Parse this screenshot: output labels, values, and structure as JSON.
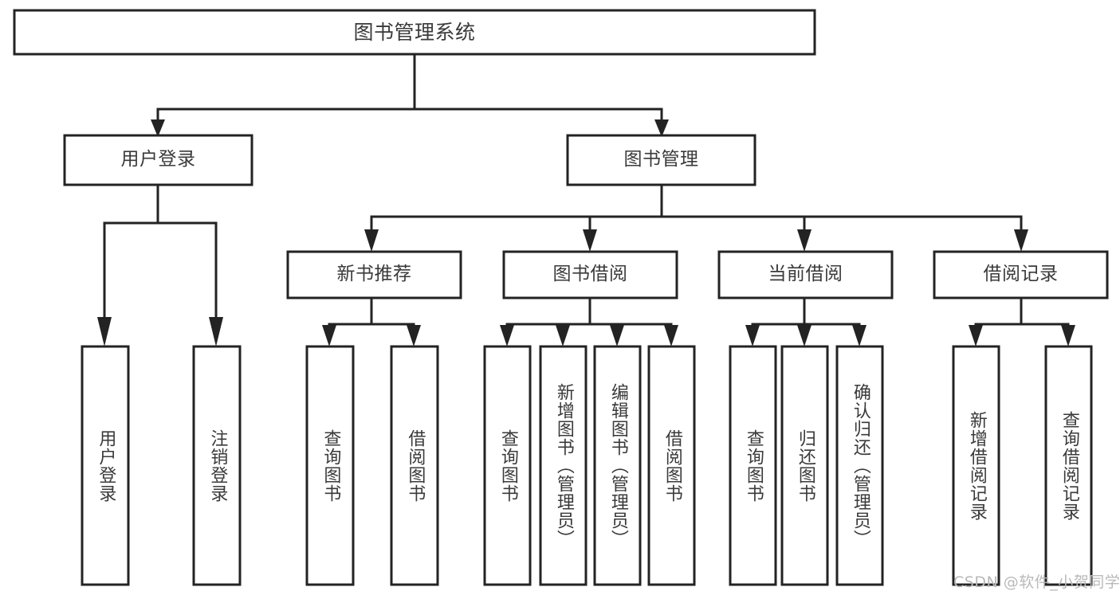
{
  "diagram": {
    "title": "图书管理系统",
    "type": "tree-hierarchy-chart",
    "root": {
      "id": "root",
      "label": "图书管理系统",
      "orientation": "horizontal"
    },
    "level2": [
      {
        "id": "user-login",
        "label": "用户登录",
        "orientation": "horizontal"
      },
      {
        "id": "book-management",
        "label": "图书管理",
        "orientation": "horizontal"
      }
    ],
    "level3": [
      {
        "id": "new-book-recommend",
        "label": "新书推荐",
        "orientation": "horizontal",
        "parent": "book-management"
      },
      {
        "id": "book-borrow",
        "label": "图书借阅",
        "orientation": "horizontal",
        "parent": "book-management"
      },
      {
        "id": "current-borrow",
        "label": "当前借阅",
        "orientation": "horizontal",
        "parent": "book-management"
      },
      {
        "id": "borrow-record",
        "label": "借阅记录",
        "orientation": "horizontal",
        "parent": "book-management"
      }
    ],
    "leaves": [
      {
        "id": "leaf-user-login",
        "label": "用户登录",
        "orientation": "vertical",
        "parent": "user-login"
      },
      {
        "id": "leaf-user-logout",
        "label": "注销登录",
        "orientation": "vertical",
        "parent": "user-login"
      },
      {
        "id": "leaf-query-book-1",
        "label": "查询图书",
        "orientation": "vertical",
        "parent": "new-book-recommend"
      },
      {
        "id": "leaf-borrow-book-1",
        "label": "借阅图书",
        "orientation": "vertical",
        "parent": "new-book-recommend"
      },
      {
        "id": "leaf-query-book-2",
        "label": "查询图书",
        "orientation": "vertical",
        "parent": "book-borrow"
      },
      {
        "id": "leaf-add-book",
        "label": "新增图书（管理员）",
        "orientation": "vertical",
        "parent": "book-borrow"
      },
      {
        "id": "leaf-edit-book",
        "label": "编辑图书（管理员）",
        "orientation": "vertical",
        "parent": "book-borrow"
      },
      {
        "id": "leaf-borrow-book-2",
        "label": "借阅图书",
        "orientation": "vertical",
        "parent": "book-borrow"
      },
      {
        "id": "leaf-query-book-3",
        "label": "查询图书",
        "orientation": "vertical",
        "parent": "current-borrow"
      },
      {
        "id": "leaf-return-book",
        "label": "归还图书",
        "orientation": "vertical",
        "parent": "current-borrow"
      },
      {
        "id": "leaf-confirm-return",
        "label": "确认归还（管理员）",
        "orientation": "vertical",
        "parent": "current-borrow"
      },
      {
        "id": "leaf-add-record",
        "label": "新增借阅记录",
        "orientation": "vertical",
        "parent": "borrow-record"
      },
      {
        "id": "leaf-query-record",
        "label": "查询借阅记录",
        "orientation": "vertical",
        "parent": "borrow-record"
      }
    ],
    "colors": {
      "stroke": "#232323",
      "box_fill": "#ffffff",
      "text": "#3a3a3a",
      "background": "#ffffff",
      "watermark": "#b9b9b9"
    }
  },
  "watermark": {
    "text": "CSDN @软件_小贺同学"
  }
}
